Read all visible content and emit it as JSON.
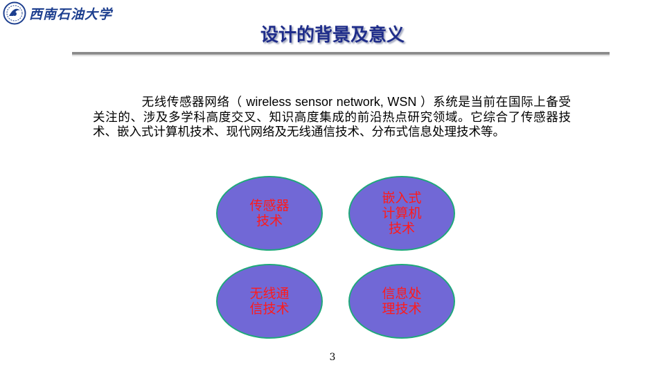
{
  "header": {
    "university_name": "西南石油大学"
  },
  "slide": {
    "title": "设计的背景及意义",
    "paragraph_lead": "无线传感器网络（",
    "paragraph_latin": " wireless sensor network, WSN ",
    "paragraph_rest": "）系统是当前在国际上备受关注的、涉及多学科高度交叉、知识高度集成的前沿热点研究领域。它综合了传感器技术、嵌入式计算机技术、现代网络及无线通信技术、分布式信息处理技术等。",
    "circles": [
      {
        "line1": "传感器",
        "line2": "技术",
        "line3": ""
      },
      {
        "line1": "嵌入式",
        "line2": "计算机",
        "line3": "技术"
      },
      {
        "line1": "无线通",
        "line2": "信技术",
        "line3": ""
      },
      {
        "line1": "信息处",
        "line2": "理技术",
        "line3": ""
      }
    ],
    "page_number": "3"
  },
  "colors": {
    "title": "#1f2d8a",
    "circle_fill": "#7168d6",
    "circle_border": "#1fa87a",
    "circle_text": "#ff1a1a",
    "logo": "#1d3f8f"
  }
}
